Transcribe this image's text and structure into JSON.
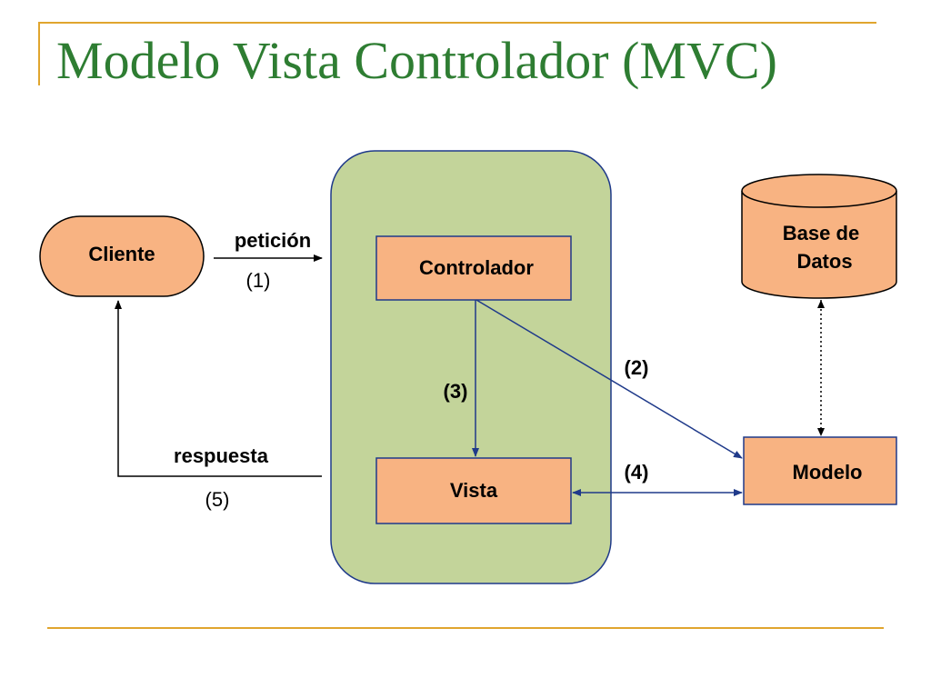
{
  "slide": {
    "title": "Modelo Vista Controlador (MVC)"
  },
  "nodes": {
    "cliente": "Cliente",
    "controlador": "Controlador",
    "vista": "Vista",
    "modelo": "Modelo",
    "base_de_datos": [
      "Base de",
      "Datos"
    ]
  },
  "edges": {
    "peticion": {
      "label": "petición",
      "step": "(1)"
    },
    "controlador_modelo": {
      "step": "(2)"
    },
    "controlador_vista": {
      "step": "(3)"
    },
    "vista_modelo": {
      "step": "(4)"
    },
    "respuesta": {
      "label": "respuesta",
      "step": "(5)"
    }
  },
  "colors": {
    "node_fill": "#F8B382",
    "container_fill": "#C3D49A",
    "border": "#1F3A8A",
    "title": "#2E7D32",
    "rule": "#E0A52E"
  }
}
